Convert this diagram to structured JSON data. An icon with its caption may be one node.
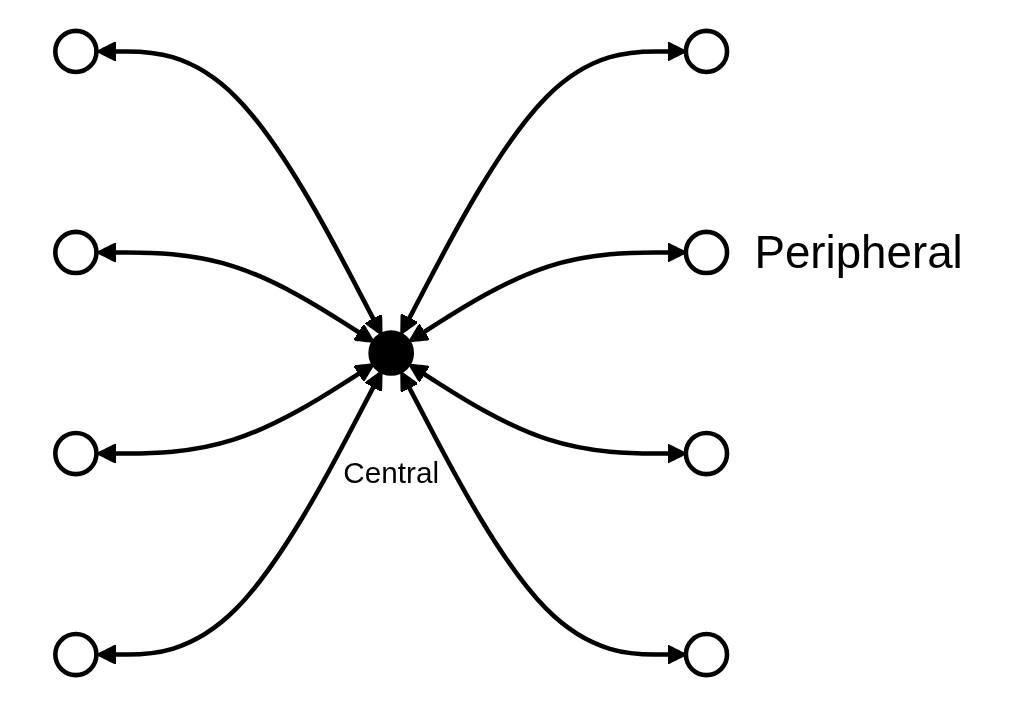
{
  "diagram": {
    "nodes": [
      {
        "text": [],
        "shape": "circle"
      },
      {
        "text": [],
        "shape": "circle"
      },
      {
        "text": [],
        "shape": "circle"
      },
      {
        "text": [],
        "shape": "circle"
      },
      {
        "text": [],
        "shape": "circle",
        "beside": [
          "Central"
        ]
      },
      {
        "text": [],
        "shape": "circle",
        "beside": [
          "Peripheral"
        ]
      },
      {
        "text": [],
        "shape": "circle"
      },
      {
        "text": [],
        "shape": "circle"
      },
      {
        "text": [],
        "shape": "circle"
      }
    ],
    "edges": [
      {
        "from": 0,
        "to": 4,
        "arrow": "both"
      },
      {
        "from": 1,
        "to": 4,
        "arrow": "both"
      },
      {
        "from": 4,
        "to": 2,
        "arrow": "both"
      },
      {
        "from": 3,
        "to": 4,
        "arrow": "both"
      },
      {
        "from": 4,
        "to": 5,
        "arrow": "both"
      },
      {
        "from": 6,
        "to": 4,
        "arrow": "both"
      },
      {
        "from": 4,
        "to": 7,
        "arrow": "both"
      },
      {
        "from": 4,
        "to": 8,
        "arrow": "both"
      }
    ]
  }
}
